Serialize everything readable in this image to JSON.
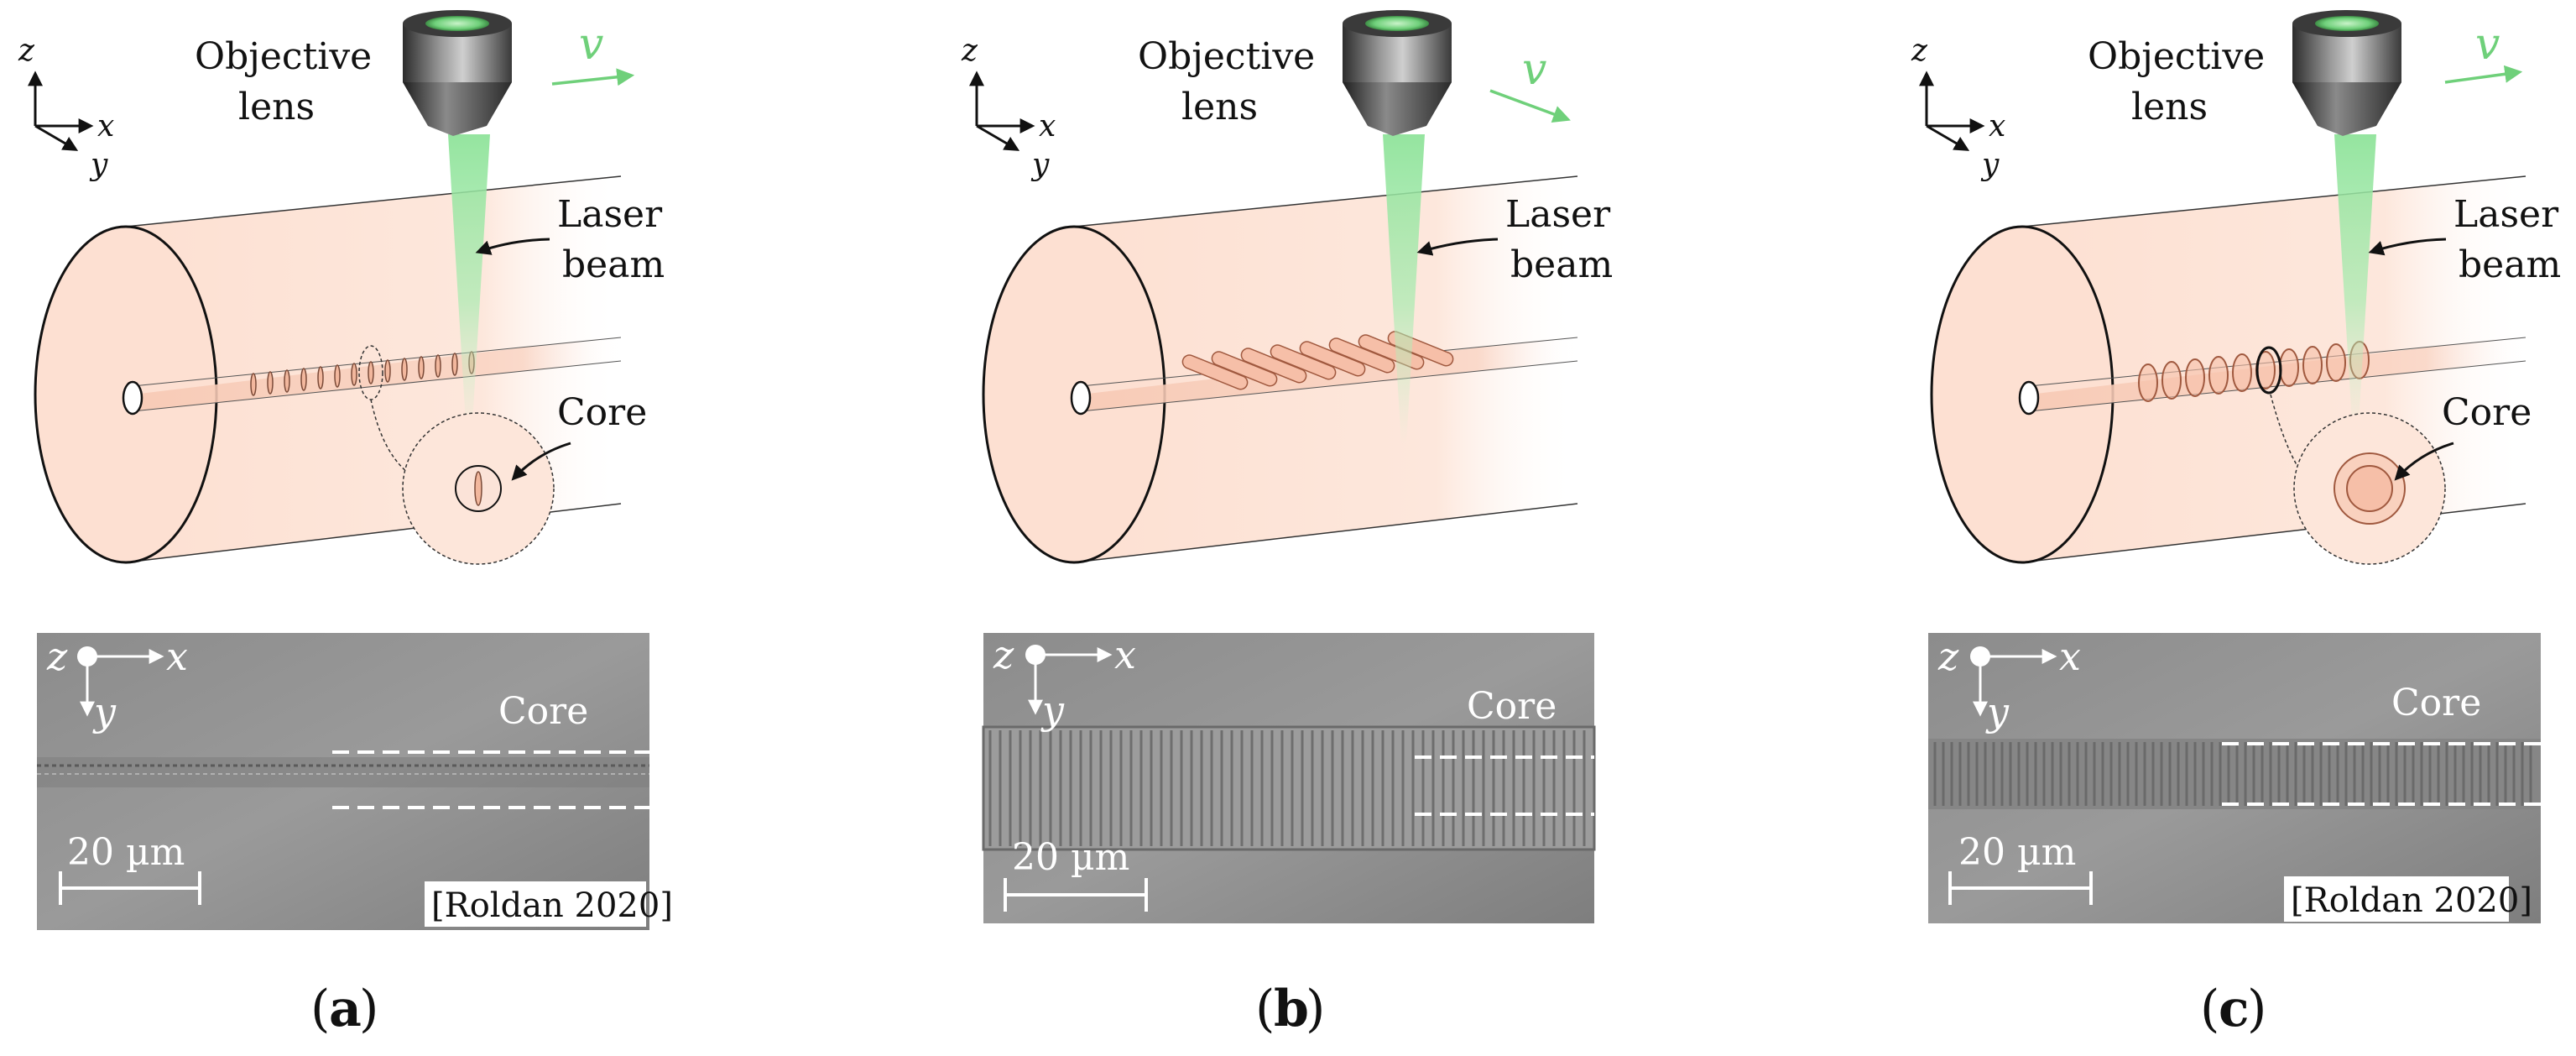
{
  "panels": [
    {
      "id": "a",
      "objective_label": [
        "Objective",
        "lens"
      ],
      "velocity_label": "v",
      "laser_label": [
        "Laser",
        "beam"
      ],
      "core_label": "Core",
      "axes": {
        "z": "z",
        "x": "x",
        "y": "y"
      },
      "micro": {
        "axis_z": "z",
        "axis_x": "x",
        "axis_y": "y",
        "core_label": "Core",
        "scale_label": "20 µm",
        "citation": "[Roldan 2020]"
      },
      "caption": [
        "(",
        "a",
        ")"
      ]
    },
    {
      "id": "b",
      "objective_label": [
        "Objective",
        "lens"
      ],
      "velocity_label": "v",
      "laser_label": [
        "Laser",
        "beam"
      ],
      "core_label": "",
      "axes": {
        "z": "z",
        "x": "x",
        "y": "y"
      },
      "micro": {
        "axis_z": "z",
        "axis_x": "x",
        "axis_y": "y",
        "core_label": "Core",
        "scale_label": "20 µm",
        "citation": ""
      },
      "caption": [
        "(",
        "b",
        ")"
      ]
    },
    {
      "id": "c",
      "objective_label": [
        "Objective",
        "lens"
      ],
      "velocity_label": "v",
      "laser_label": [
        "Laser",
        "beam"
      ],
      "core_label": "Core",
      "axes": {
        "z": "z",
        "x": "x",
        "y": "y"
      },
      "micro": {
        "axis_z": "z",
        "axis_x": "x",
        "axis_y": "y",
        "core_label": "Core",
        "scale_label": "20 µm",
        "citation": "[Roldan 2020]"
      },
      "caption": [
        "(",
        "c",
        ")"
      ]
    }
  ]
}
